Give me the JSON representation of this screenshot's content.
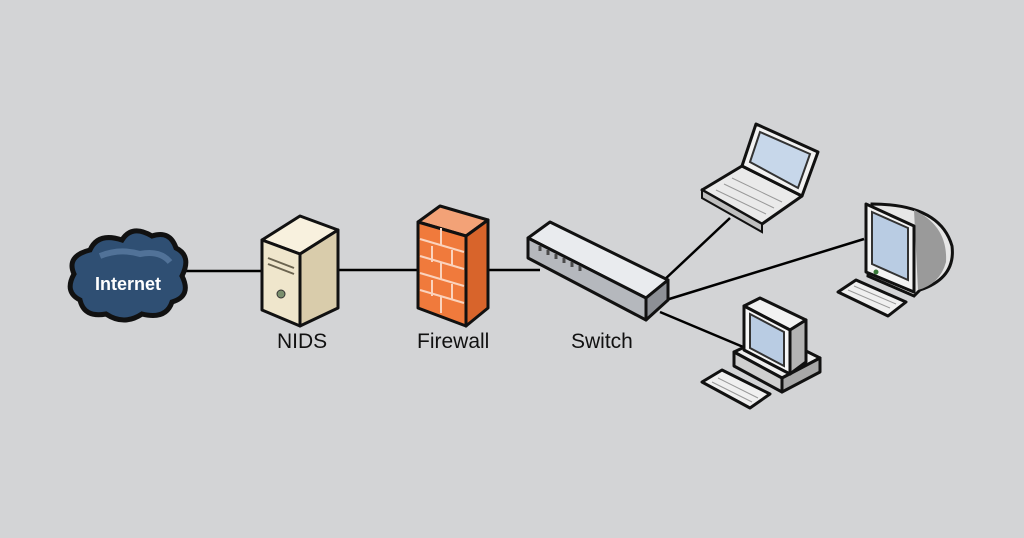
{
  "diagram": {
    "nodes": {
      "internet": {
        "label": "Internet",
        "icon": "cloud-icon"
      },
      "nids": {
        "label": "NIDS",
        "icon": "server-icon"
      },
      "firewall": {
        "label": "Firewall",
        "icon": "brick-wall-icon"
      },
      "switch": {
        "label": "Switch",
        "icon": "network-switch-icon"
      },
      "laptop": {
        "icon": "laptop-icon"
      },
      "monitor": {
        "icon": "crt-monitor-icon"
      },
      "desktop": {
        "icon": "desktop-computer-icon"
      }
    },
    "connections": [
      [
        "internet",
        "nids"
      ],
      [
        "nids",
        "firewall"
      ],
      [
        "firewall",
        "switch"
      ],
      [
        "switch",
        "laptop"
      ],
      [
        "switch",
        "monitor"
      ],
      [
        "switch",
        "desktop"
      ]
    ],
    "colors": {
      "background": "#d3d4d6",
      "cloud": "#2f4f73",
      "firewall": "#f07a3c",
      "server": "#efe6cc"
    }
  }
}
